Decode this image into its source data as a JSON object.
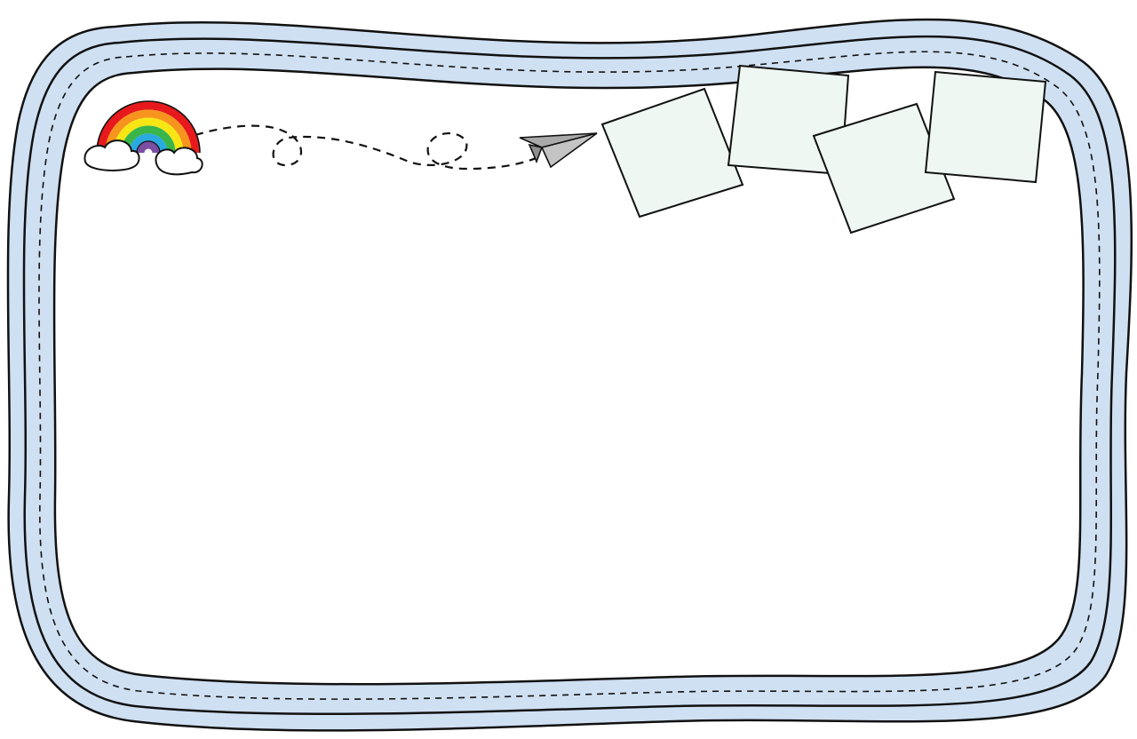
{
  "frame": {
    "colors": {
      "band_fill": "#cfe0f2",
      "outline": "#111111",
      "inner_fill": "#ffffff",
      "note_fill": "#eef7f1"
    },
    "sticky_notes_count": 4
  },
  "decorations": {
    "rainbow": {
      "icon": "rainbow-icon",
      "colors": [
        "#e8191c",
        "#f7941d",
        "#f7e614",
        "#39b54a",
        "#29aae1",
        "#7b4ea3"
      ]
    },
    "cloud": {
      "icon": "cloud-icon",
      "color": "#ffffff"
    },
    "flight_path": {
      "icon": "dashed-path",
      "style": "dashed"
    },
    "paper_plane": {
      "icon": "paper-plane-icon",
      "color": "#a9a9a9"
    }
  }
}
